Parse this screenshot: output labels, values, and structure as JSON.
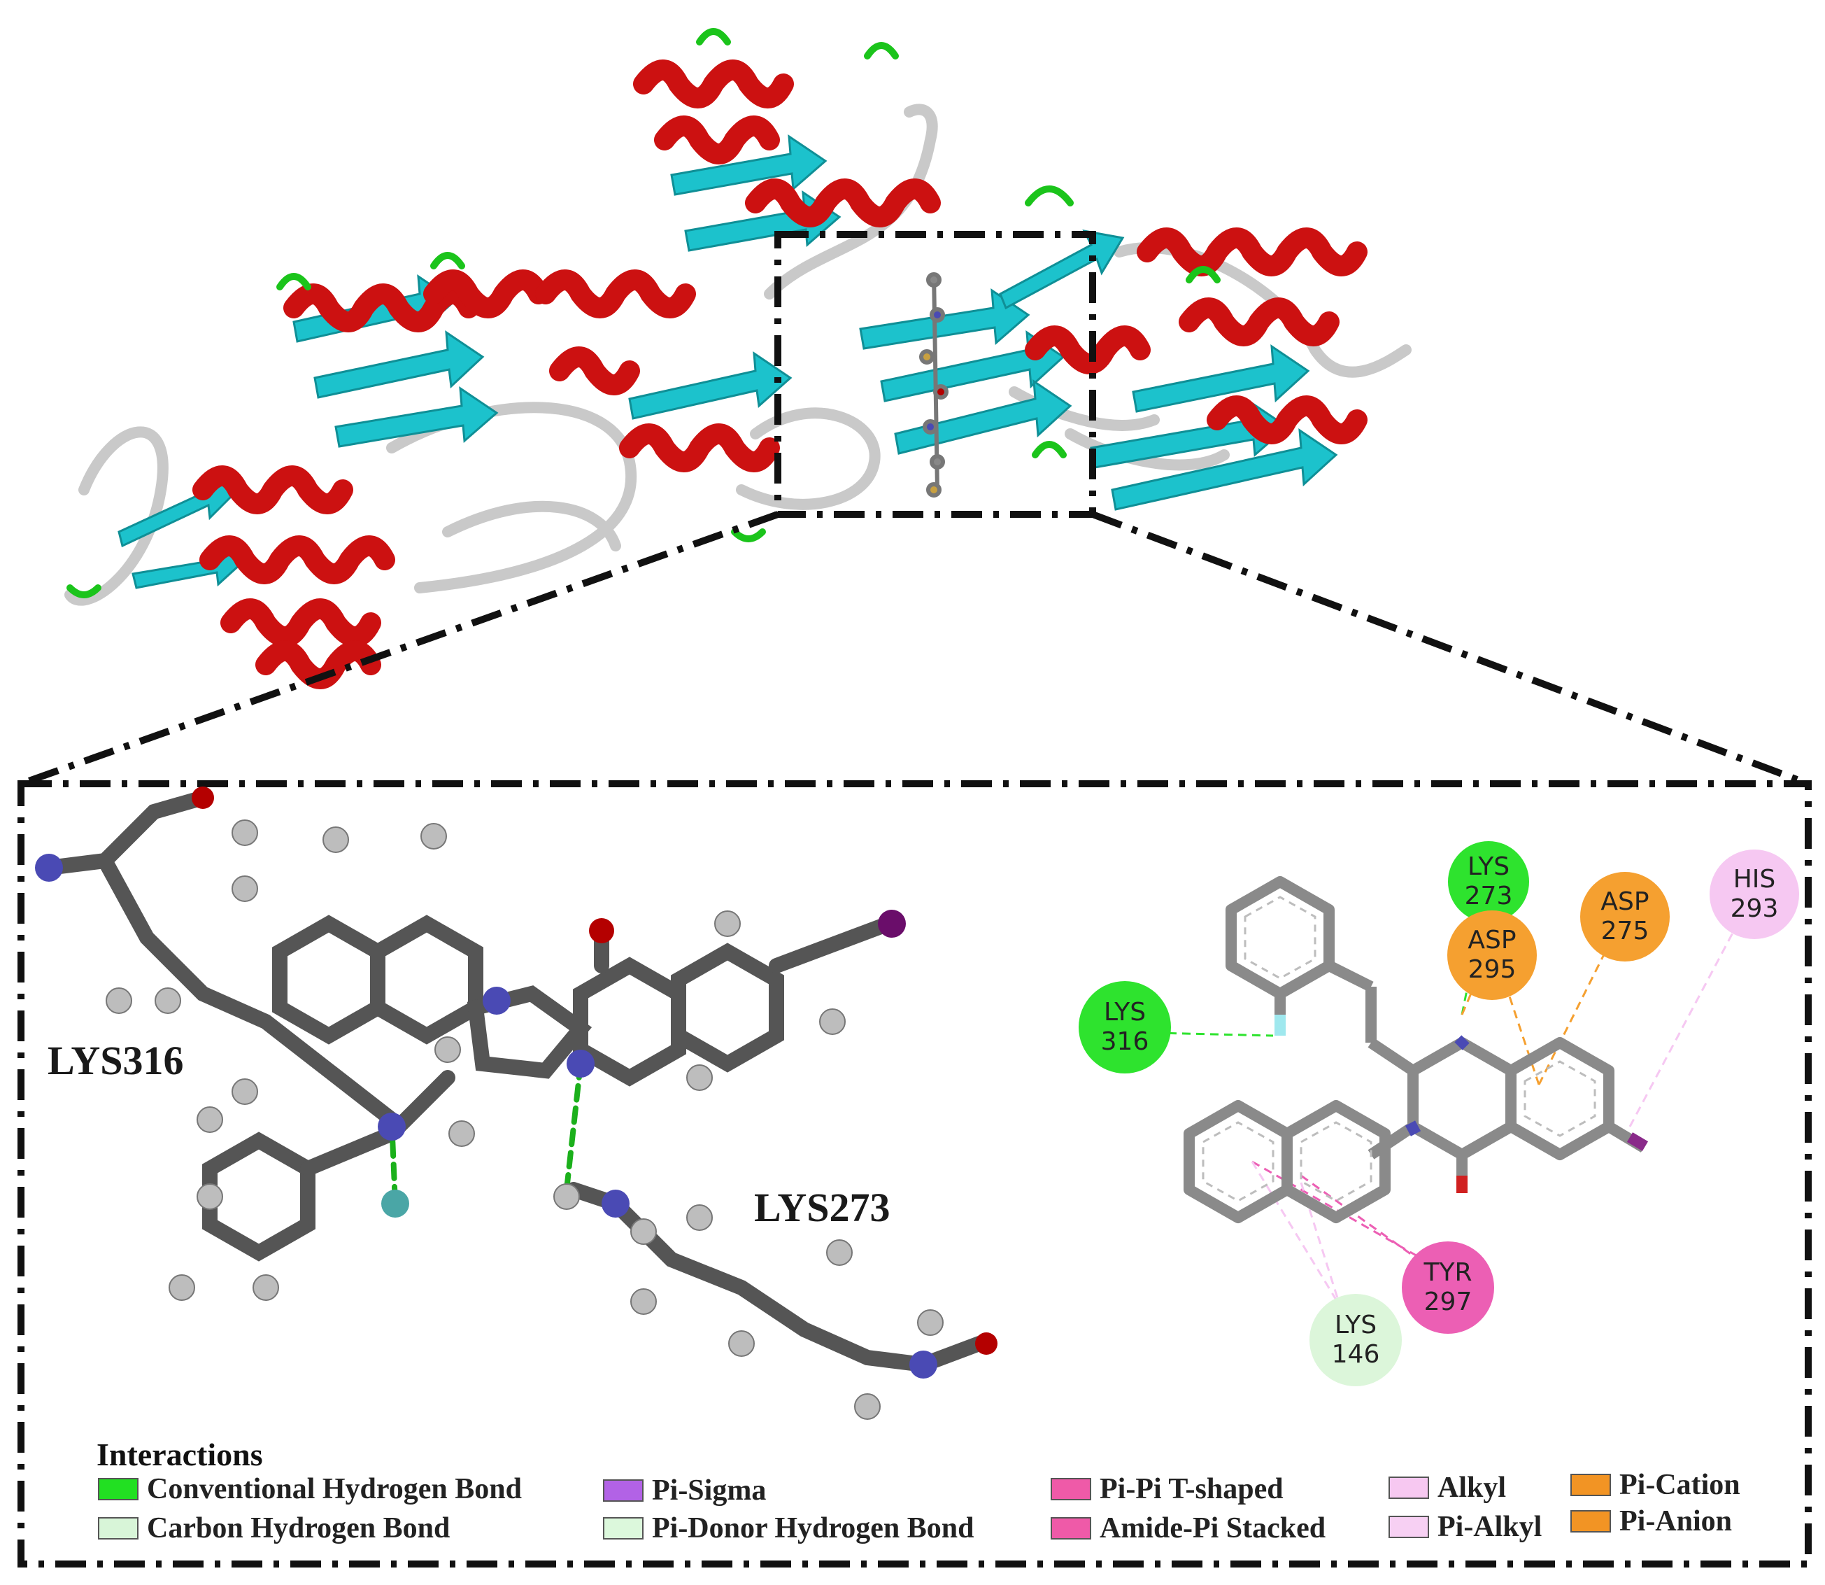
{
  "labels": {
    "lys316": "LYS316",
    "lys273": "LYS273"
  },
  "residues": {
    "lys273": {
      "name": "LYS",
      "num": "273",
      "color": "#2ee32e"
    },
    "lys316": {
      "name": "LYS",
      "num": "316",
      "color": "#2ee32e"
    },
    "asp295": {
      "name": "ASP",
      "num": "295",
      "color": "#f5a030"
    },
    "asp275": {
      "name": "ASP",
      "num": "275",
      "color": "#f5a030"
    },
    "his293": {
      "name": "HIS",
      "num": "293",
      "color": "#f6c8f2"
    },
    "tyr297": {
      "name": "TYR",
      "num": "297",
      "color": "#ec5fb4"
    },
    "lys146": {
      "name": "LYS",
      "num": "146",
      "color": "#dcf6da"
    }
  },
  "legend": {
    "title": "Interactions",
    "items": [
      {
        "label": "Conventional Hydrogen Bond",
        "color": "#22e022"
      },
      {
        "label": "Carbon Hydrogen Bond",
        "color": "#d8f5d8"
      },
      {
        "label": "Pi-Sigma",
        "color": "#b262e6"
      },
      {
        "label": "Pi-Donor Hydrogen Bond",
        "color": "#dcf8dc"
      },
      {
        "label": "Pi-Pi T-shaped",
        "color": "#ef5aa8"
      },
      {
        "label": "Amide-Pi Stacked",
        "color": "#ef5aa8"
      },
      {
        "label": "Alkyl",
        "color": "#f7c8f1"
      },
      {
        "label": "Pi-Alkyl",
        "color": "#f7d0f3"
      },
      {
        "label": "Pi-Cation",
        "color": "#f29424"
      },
      {
        "label": "Pi-Anion",
        "color": "#f29424"
      }
    ]
  },
  "colors": {
    "helix": "#cc1111",
    "sheet": "#1cc2cc",
    "coil": "#c9c9c9",
    "turn": "#1bc41b",
    "carbon": "#555555",
    "hydrogen": "#bdbdbd",
    "nitrogen": "#4a4ab4",
    "oxygen": "#b40000",
    "iodine": "#6a0d6a",
    "fluorine": "#4aa6a6"
  }
}
